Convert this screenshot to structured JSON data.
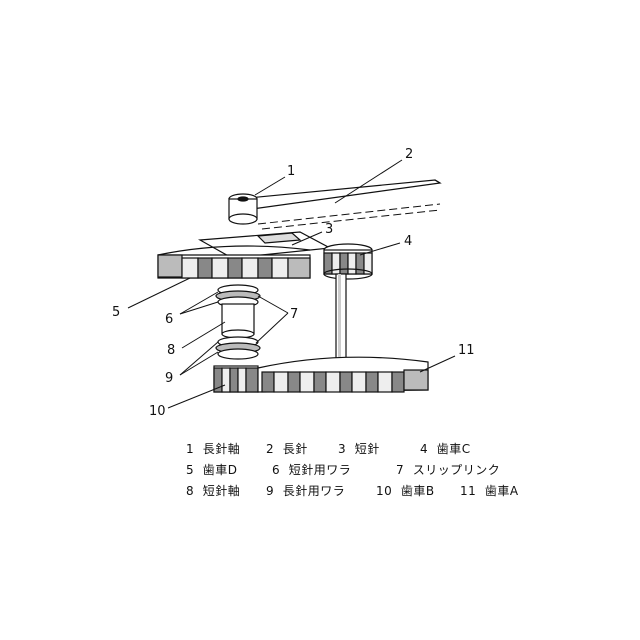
{
  "callouts": [
    {
      "num": "1"
    },
    {
      "num": "2"
    },
    {
      "num": "3"
    },
    {
      "num": "4"
    },
    {
      "num": "5"
    },
    {
      "num": "6"
    },
    {
      "num": "7"
    },
    {
      "num": "8"
    },
    {
      "num": "9"
    },
    {
      "num": "10"
    },
    {
      "num": "11"
    }
  ],
  "legend": [
    {
      "num": "1",
      "label": "長針軸"
    },
    {
      "num": "2",
      "label": "長針"
    },
    {
      "num": "3",
      "label": "短針"
    },
    {
      "num": "4",
      "label": "歯車C"
    },
    {
      "num": "5",
      "label": "歯車D"
    },
    {
      "num": "6",
      "label": "短針用ワラ"
    },
    {
      "num": "7",
      "label": "スリップリンク"
    },
    {
      "num": "8",
      "label": "短針軸"
    },
    {
      "num": "9",
      "label": "長針用ワラ"
    },
    {
      "num": "10",
      "label": "歯車B"
    },
    {
      "num": "11",
      "label": "歯車A"
    }
  ]
}
